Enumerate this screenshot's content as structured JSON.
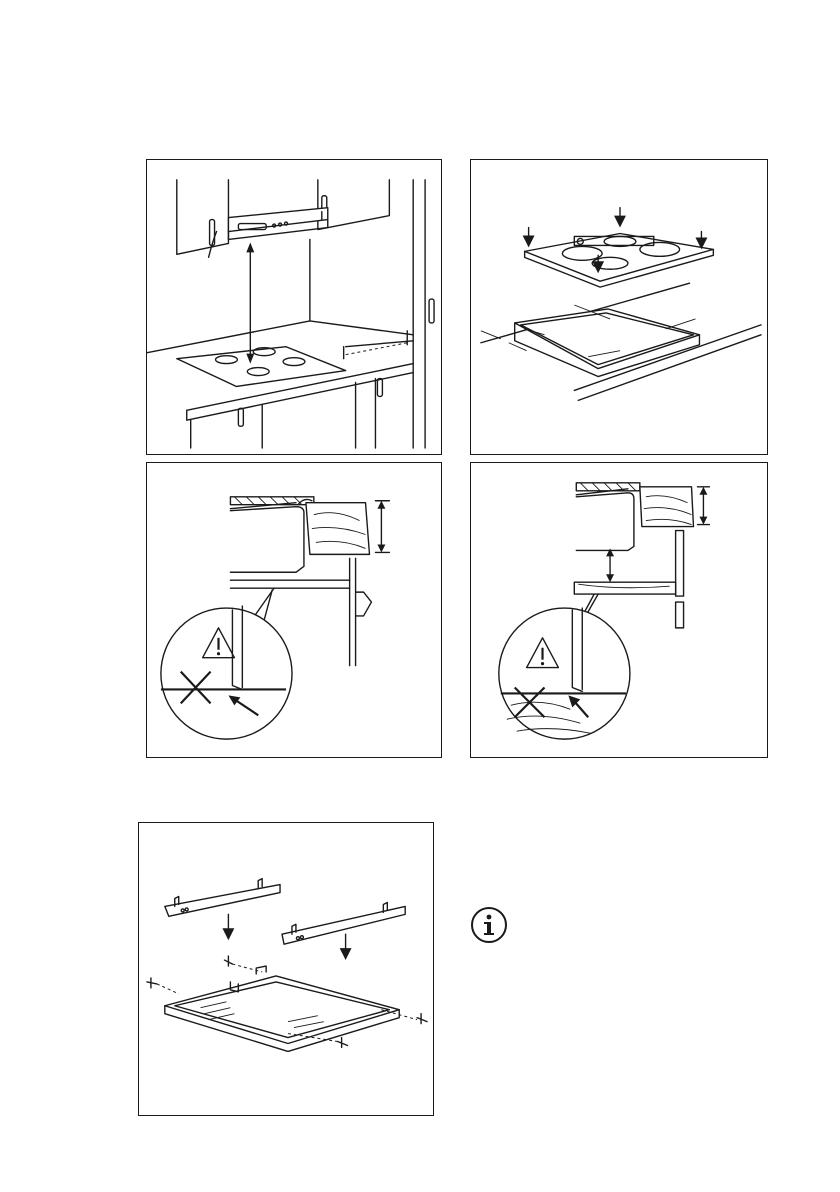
{
  "figures": [
    {
      "id": "hood-clearance",
      "icon": "range-hood-distance-illustration"
    },
    {
      "id": "cutout-seal",
      "icon": "hob-cutout-seal-illustration"
    },
    {
      "id": "oven-below",
      "icon": "hob-above-drawer-warning-illustration"
    },
    {
      "id": "shelf-below",
      "icon": "hob-above-shelf-warning-illustration"
    },
    {
      "id": "bracket-assembly",
      "icon": "mounting-brackets-assembly-illustration"
    }
  ],
  "icons": {
    "info": "info-icon",
    "warning": "warning-triangle-icon",
    "prohibited": "cross-prohibited-icon"
  },
  "colors": {
    "ink": "#1a1a1a",
    "paper": "#ffffff"
  }
}
